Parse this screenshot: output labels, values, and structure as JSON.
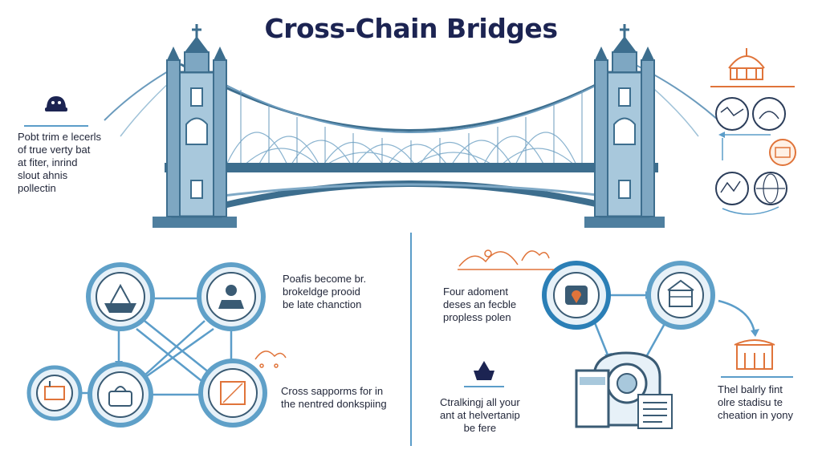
{
  "title": "Cross-Chain Bridges",
  "notes": {
    "top_left": [
      "Pobt trim e lecerls",
      "of true verty bat",
      "at fiter, inrind",
      "slout ahnis",
      "pollectin"
    ],
    "mid_center": [
      "Poafis become br.",
      "brokeldge prooid",
      "be late chanction"
    ],
    "bottom_center": [
      "Cross sapporms for in",
      "the nentred donkspiing"
    ],
    "mid_right_left": [
      "Four adoment",
      "deses an fecble",
      "propless polen"
    ],
    "bottom_right_left": [
      "Ctralkingj all your",
      "ant at helvertanip",
      "be fere"
    ],
    "bottom_right": [
      "Thel balrly fint",
      "olre stadisu te",
      "cheation in yony"
    ]
  },
  "colors": {
    "title": "#1c2452",
    "bridge_main": "#3d6e8e",
    "bridge_light": "#9fc2d8",
    "bridge_dark": "#3a5b74",
    "node_ring": "#5fa0c8",
    "accent_orange": "#e0743a",
    "line_blue": "#5b9dc9"
  },
  "icons": {
    "top_left": "helmet-icon",
    "right_column_top": "temple-icon",
    "right_circles": [
      "map-icon",
      "bird-icon",
      "wallet-icon",
      "scene-icon",
      "globe-icon"
    ],
    "network_nodes": [
      "ship-icon",
      "temple-icon",
      "factory-icon",
      "bag-icon",
      "document-icon"
    ],
    "network_right_nodes": [
      "location-pin-icon",
      "building-icon"
    ],
    "machine": "server-machine-icon"
  }
}
